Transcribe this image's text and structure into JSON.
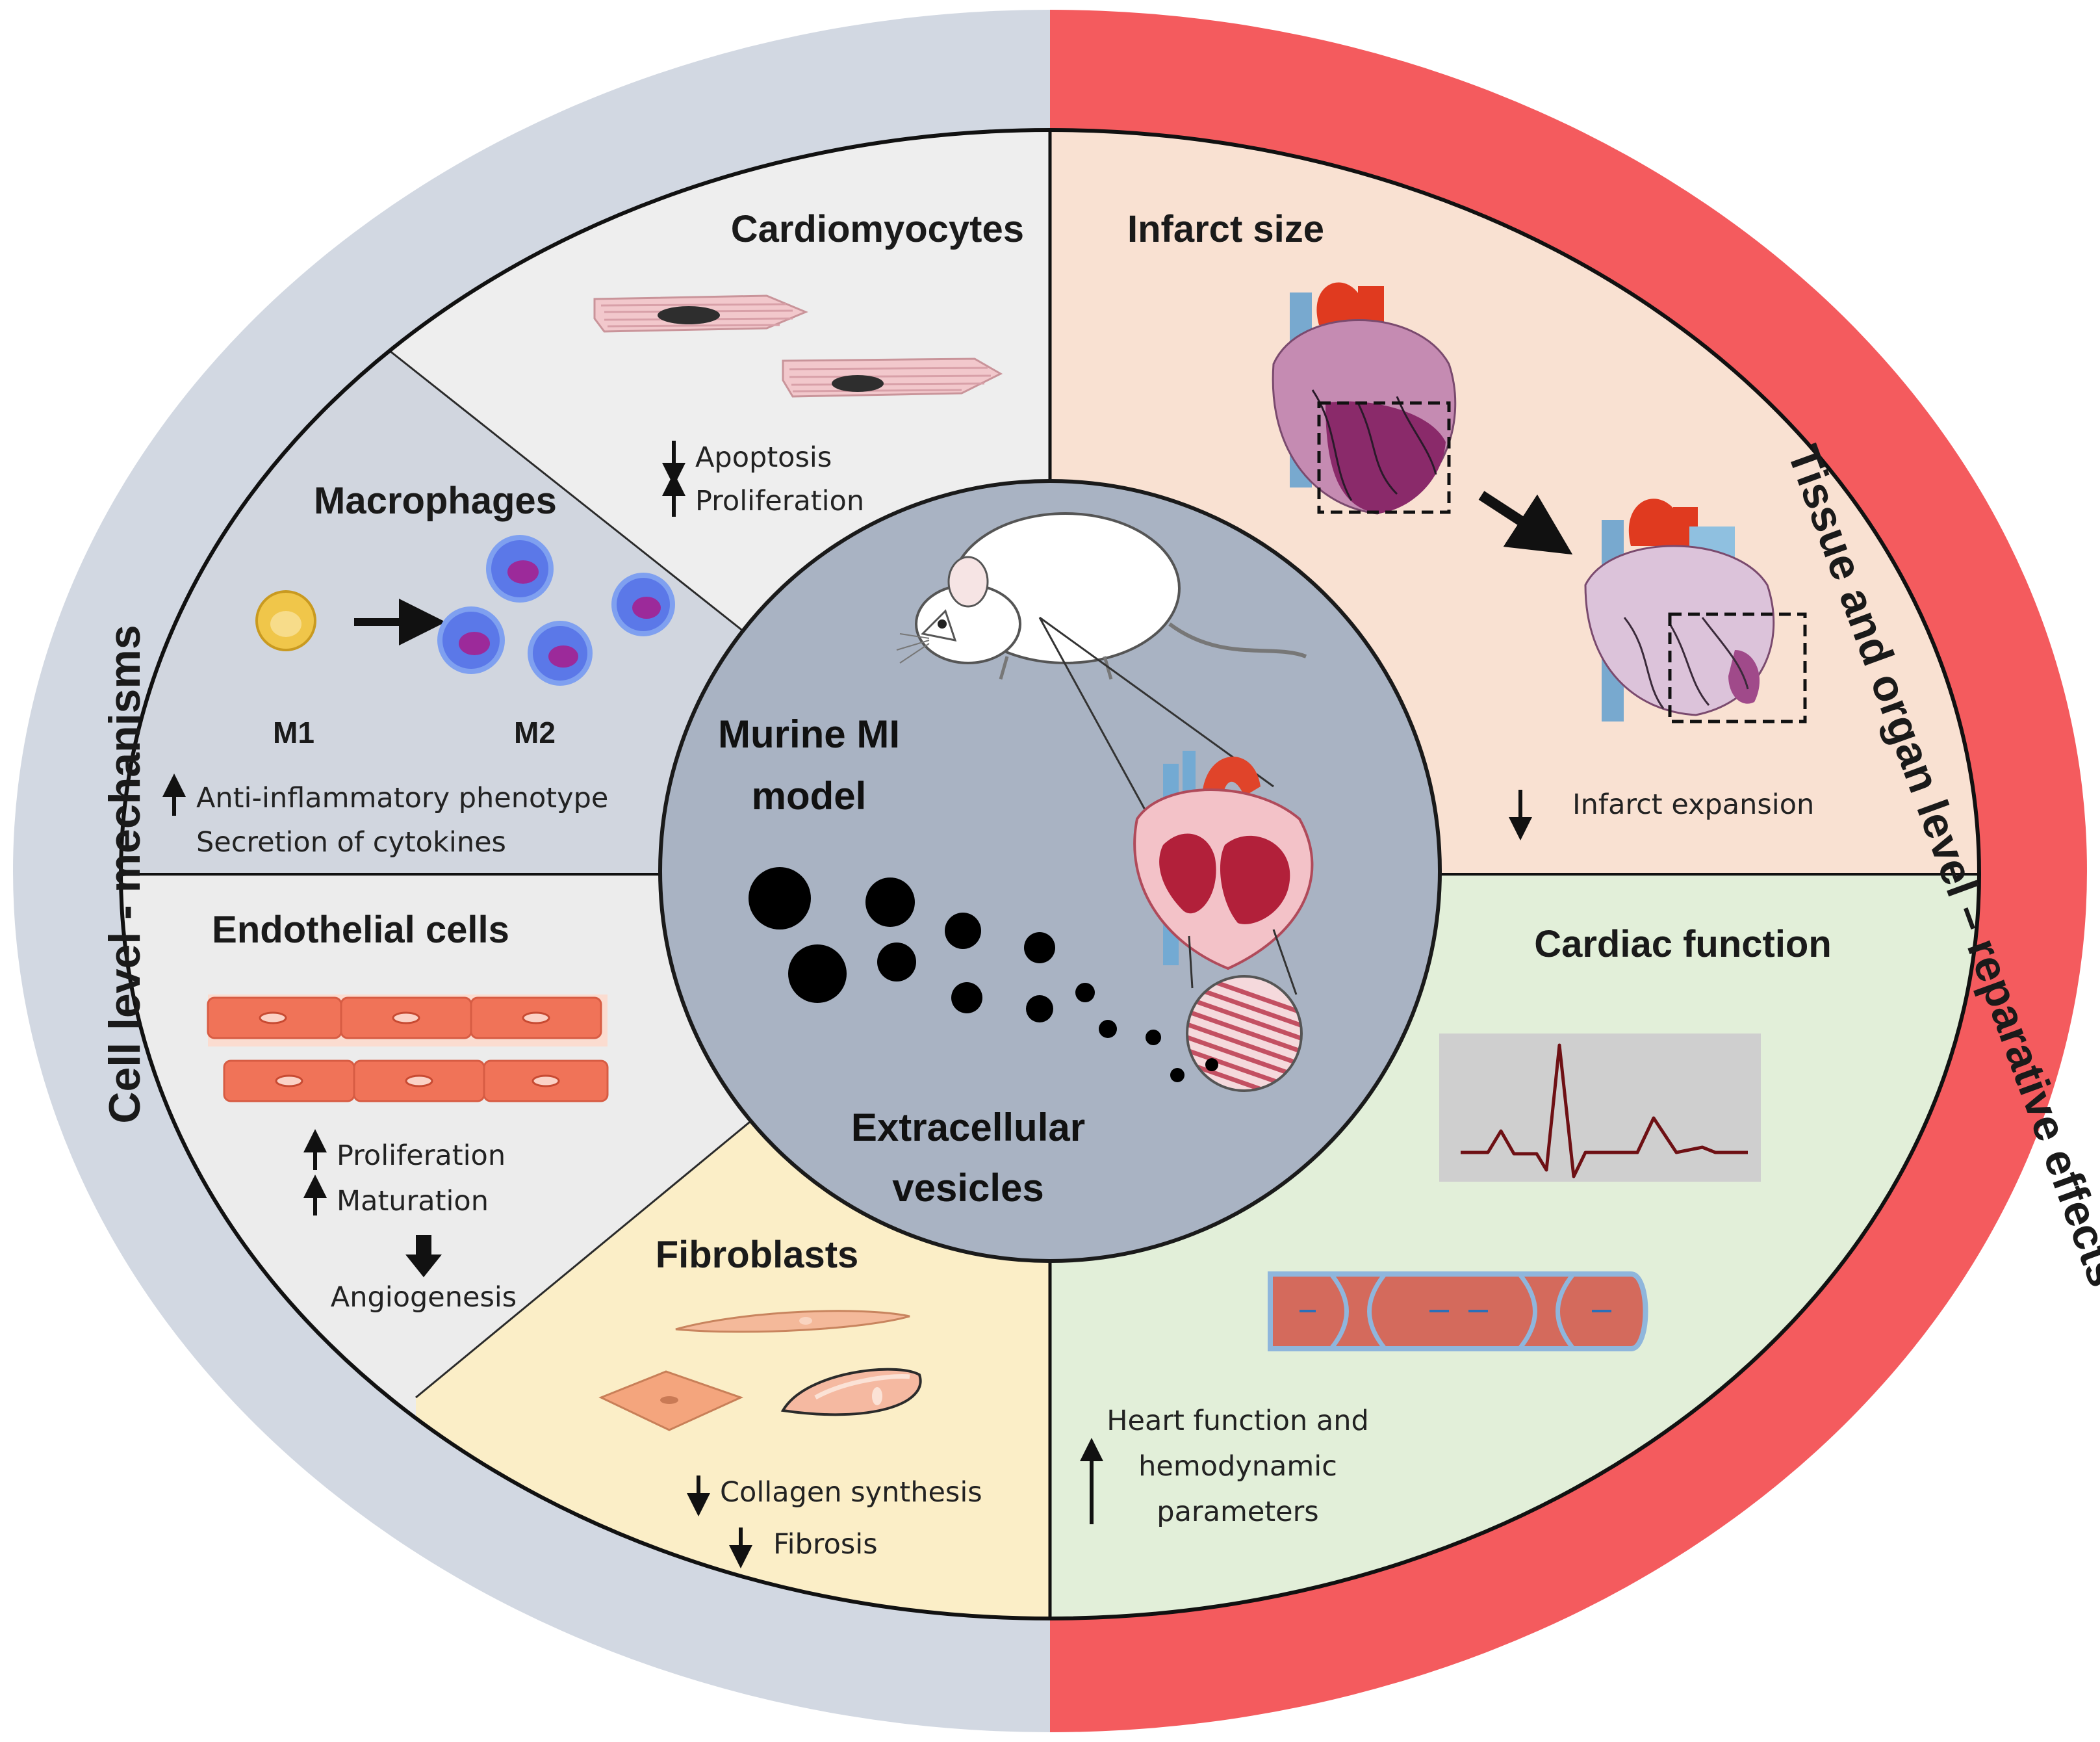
{
  "colors": {
    "left_ring": "#d2d8e2",
    "right_ring": "#f45b5e",
    "cardiomyocytes_bg": "#eeeeee",
    "macrophages_bg": "#d1d6df",
    "endothelial_bg": "#ececec",
    "fibroblasts_bg": "#fbeec7",
    "infarct_bg": "#f9e1d2",
    "cardiac_bg": "#e2efd9",
    "center_bg": "#a9b3c3"
  },
  "side_labels": {
    "left": "Cell level - mechanisms",
    "right": "Tissue and organ level – reparative effects"
  },
  "center": {
    "title_line1": "Murine MI",
    "title_line2": "model",
    "ev_line1": "Extracellular",
    "ev_line2": "vesicles"
  },
  "sections": {
    "cardiomyocytes": {
      "title": "Cardiomyocytes",
      "effects": [
        {
          "direction": "down",
          "text": "Apoptosis"
        },
        {
          "direction": "up",
          "text": "Proliferation"
        }
      ]
    },
    "macrophages": {
      "title": "Macrophages",
      "m1": "M1",
      "m2": "M2",
      "effect_up": "Anti-inflammatory phenotype",
      "effect_2": "Secretion of cytokines"
    },
    "endothelial": {
      "title": "Endothelial  cells",
      "effects": [
        {
          "direction": "up",
          "text": "Proliferation"
        },
        {
          "direction": "up",
          "text": "Maturation"
        }
      ],
      "angiogenesis": "Angiogenesis"
    },
    "fibroblasts": {
      "title": "Fibroblasts",
      "effects": [
        {
          "direction": "down",
          "text": "Collagen synthesis"
        },
        {
          "direction": "down",
          "text": "Fibrosis"
        }
      ]
    },
    "infarct": {
      "title": "Infarct size",
      "effect": "Infarct expansion"
    },
    "cardiac": {
      "title": "Cardiac function",
      "effect_line1": "Heart function and",
      "effect_line2": "hemodynamic",
      "effect_line3": "parameters"
    }
  }
}
